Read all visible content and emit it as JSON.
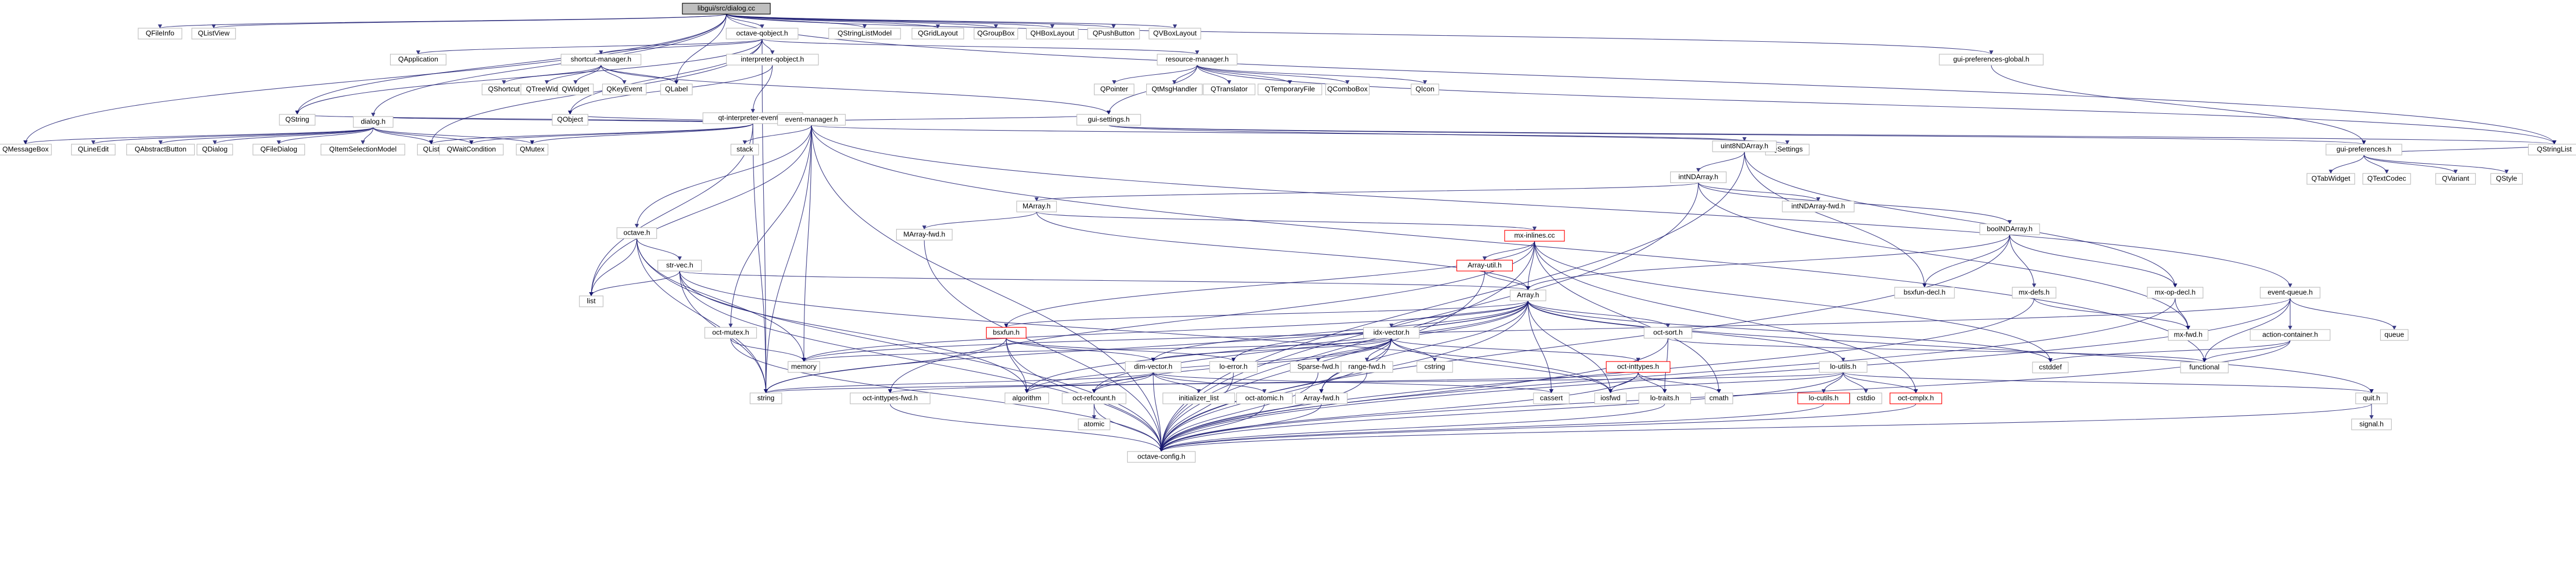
{
  "nodes": {
    "root": "libgui/src/dialog.cc",
    "QFileInfo": "QFileInfo",
    "QListView": "QListView",
    "octave_qobject": "octave-qobject.h",
    "QStringListModel": "QStringListModel",
    "QGridLayout": "QGridLayout",
    "QGroupBox": "QGroupBox",
    "QHBoxLayout": "QHBoxLayout",
    "QPushButton": "QPushButton",
    "QVBoxLayout": "QVBoxLayout",
    "QApplication": "QApplication",
    "shortcut_manager": "shortcut-manager.h",
    "interpreter_qobject": "interpreter-qobject.h",
    "resource_manager": "resource-manager.h",
    "gui_preferences_global": "gui-preferences-global.h",
    "QShortcut": "QShortcut",
    "QTreeWidget": "QTreeWidget",
    "QWidget": "QWidget",
    "QKeyEvent": "QKeyEvent",
    "QLabel": "QLabel",
    "QPointer": "QPointer",
    "QtMsgHandler": "QtMsgHandler",
    "QTranslator": "QTranslator",
    "QTemporaryFile": "QTemporaryFile",
    "QComboBox": "QComboBox",
    "QIcon": "QIcon",
    "qt_interpreter_events": "qt-interpreter-events.h",
    "QString": "QString",
    "QObject": "QObject",
    "gui_settings": "gui-settings.h",
    "dialog_h": "dialog.h",
    "event_manager": "event-manager.h",
    "QMessageBox": "QMessageBox",
    "QLineEdit": "QLineEdit",
    "QAbstractButton": "QAbstractButton",
    "QDialog": "QDialog",
    "QFileDialog": "QFileDialog",
    "QItemSelectionModel": "QItemSelectionModel",
    "QList": "QList",
    "QWaitCondition": "QWaitCondition",
    "QMutex": "QMutex",
    "stack": "stack",
    "QSettings": "QSettings",
    "gui_preferences": "gui-preferences.h",
    "QStringList": "QStringList",
    "uint8NDArray": "uint8NDArray.h",
    "QTabWidget": "QTabWidget",
    "QTextCodec": "QTextCodec",
    "QVariant": "QVariant",
    "QStyle": "QStyle",
    "intNDArray": "intNDArray.h",
    "MArray": "MArray.h",
    "intNDArray_fwd": "intNDArray-fwd.h",
    "MArray_fwd": "MArray-fwd.h",
    "mx_inlines": "mx-inlines.cc",
    "octave_h": "octave.h",
    "boolNDArray": "boolNDArray.h",
    "Array_util": "Array-util.h",
    "str_vec": "str-vec.h",
    "bsxfun_decl": "bsxfun-decl.h",
    "mx_defs": "mx-defs.h",
    "mx_op_decl": "mx-op-decl.h",
    "event_queue": "event-queue.h",
    "list": "list",
    "Array_h": "Array.h",
    "mx_fwd": "mx-fwd.h",
    "action_container": "action-container.h",
    "queue": "queue",
    "oct_mutex": "oct-mutex.h",
    "bsxfun": "bsxfun.h",
    "idx_vector": "idx-vector.h",
    "oct_sort": "oct-sort.h",
    "cstddef": "cstddef",
    "functional": "functional",
    "memory": "memory",
    "lo_error": "lo-error.h",
    "dim_vector": "dim-vector.h",
    "Sparse_fwd": "Sparse-fwd.h",
    "range_fwd": "range-fwd.h",
    "cstring": "cstring",
    "oct_inttypes": "oct-inttypes.h",
    "lo_utils": "lo-utils.h",
    "cassert": "cassert",
    "iosfwd": "iosfwd",
    "cmath": "cmath",
    "lo_traits": "lo-traits.h",
    "algorithm": "algorithm",
    "string": "string",
    "oct_inttypes_fwd": "oct-inttypes-fwd.h",
    "oct_refcount": "oct-refcount.h",
    "initializer_list": "initializer_list",
    "oct_atomic": "oct-atomic.h",
    "Array_fwd": "Array-fwd.h",
    "lo_cutils": "lo-cutils.h",
    "cstdio": "cstdio",
    "oct_cmplx": "oct-cmplx.h",
    "quit": "quit.h",
    "octave_config": "octave-config.h",
    "atomic": "atomic",
    "signal_h": "signal.h"
  }
}
